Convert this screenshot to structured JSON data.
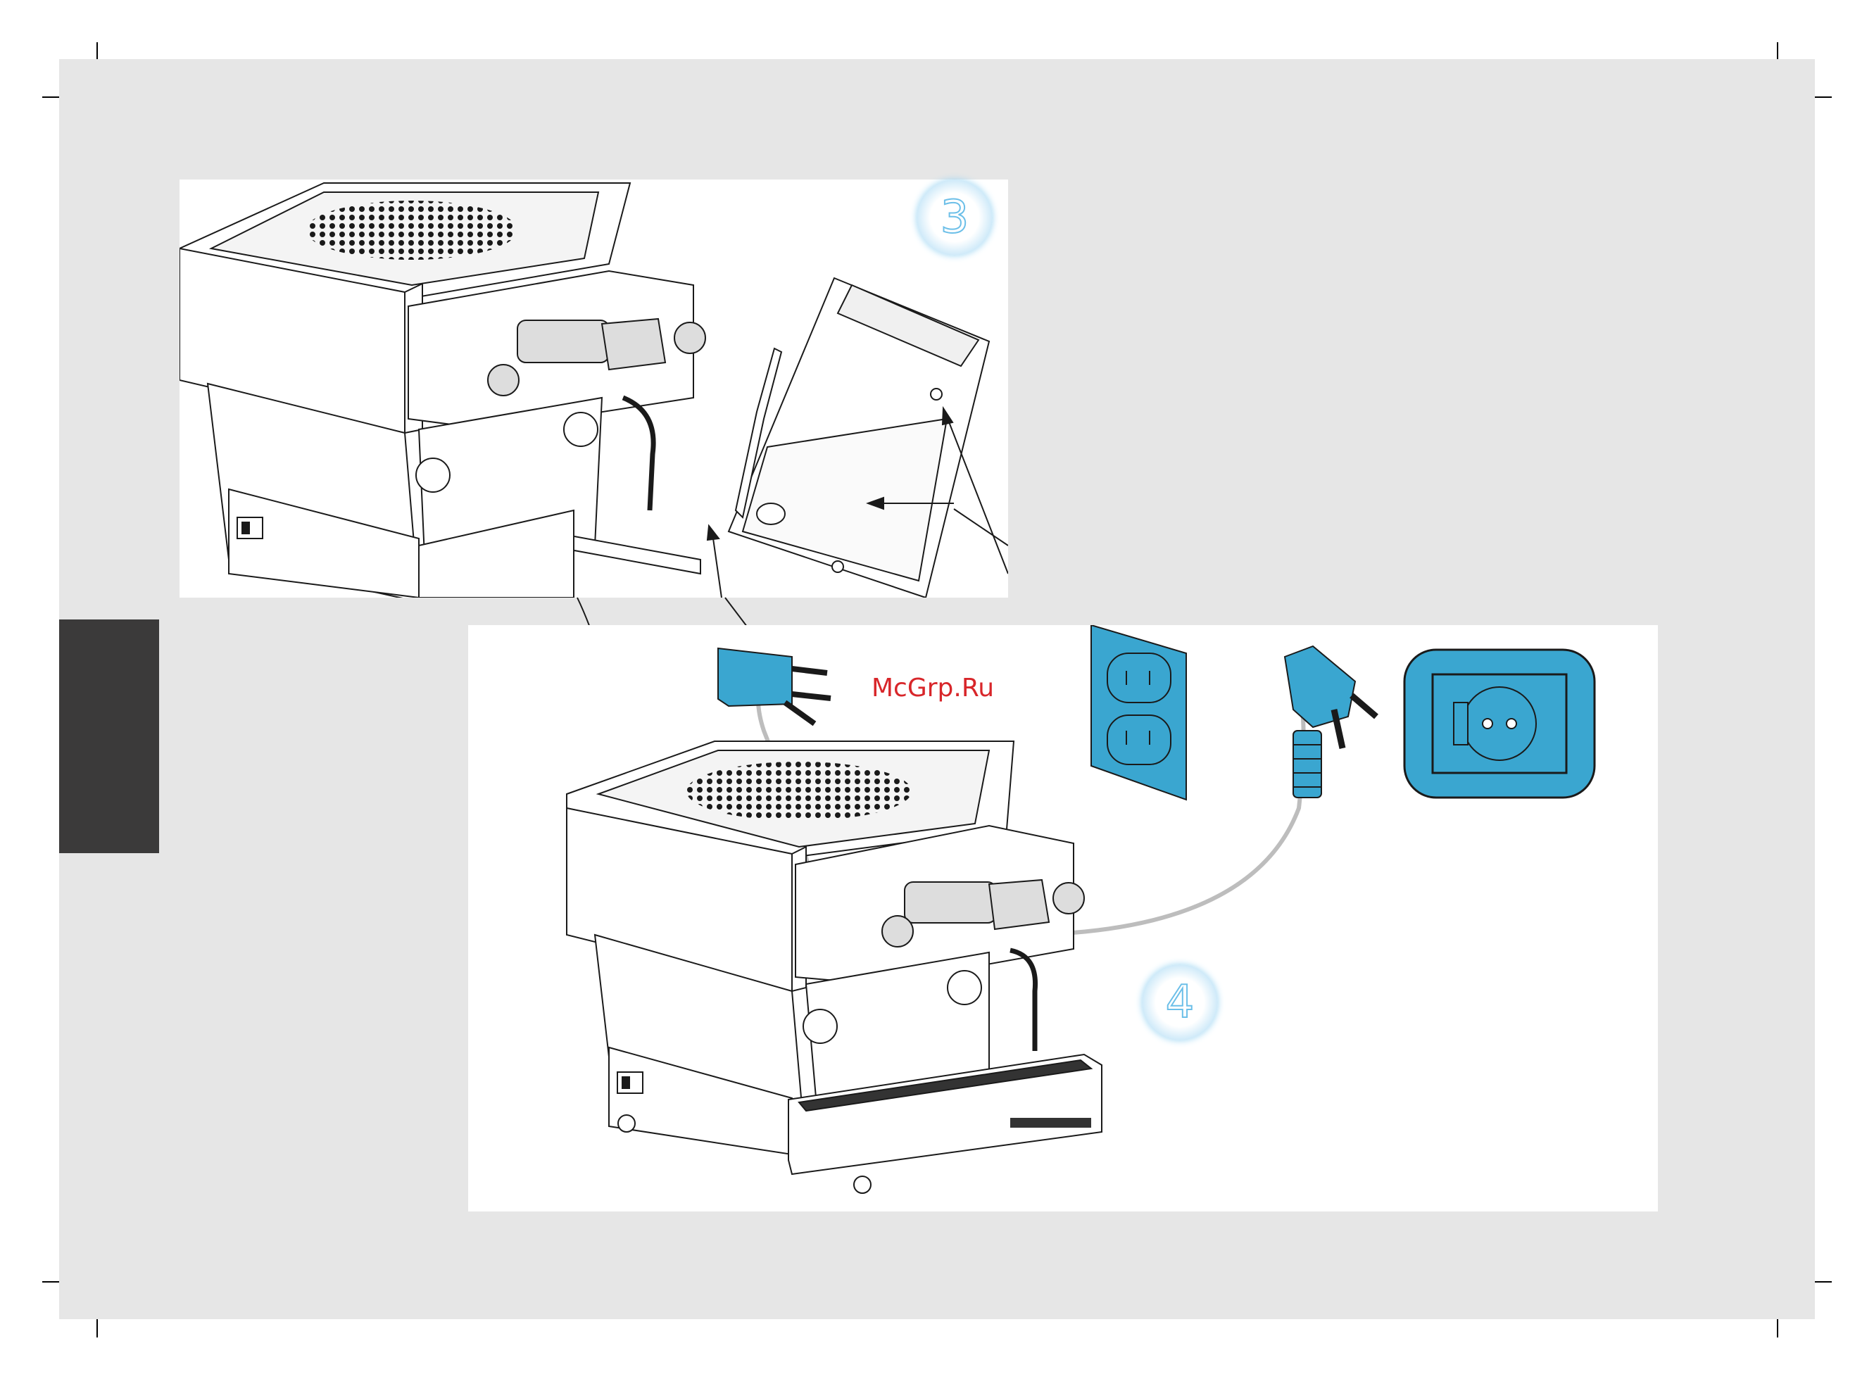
{
  "watermark": "McGrp.Ru",
  "steps": [
    "3",
    "4"
  ],
  "colors": {
    "page_background": "#e6e6e6",
    "side_tab": "#3b3a3a",
    "outlet_fill": "#3aa6d0",
    "badge_ring": "#7fc9ee",
    "watermark": "#d8262a",
    "line_art": "#1a1a1a"
  },
  "icons": [
    "espresso-machine",
    "water-tank",
    "drip-tray",
    "us-plug",
    "us-wall-outlet",
    "schuko-plug",
    "schuko-wall-socket"
  ]
}
